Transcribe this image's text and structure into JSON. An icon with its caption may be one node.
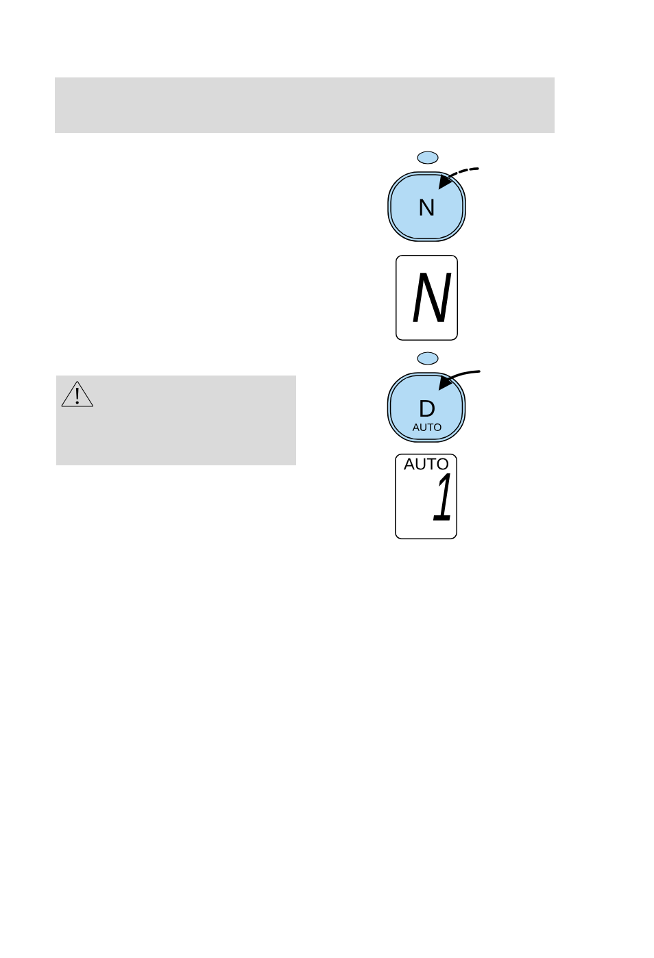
{
  "diagram": {
    "nodes": [
      {
        "text": [
          "N"
        ]
      },
      {
        "text": [
          "N"
        ]
      },
      {
        "text": [
          "D",
          "AUTO"
        ]
      },
      {
        "text": [
          "AUTO",
          "1"
        ]
      }
    ],
    "edges": [
      {
        "from": null,
        "to": 0,
        "arrow": "to",
        "style": "dashed"
      },
      {
        "from": null,
        "to": 2,
        "arrow": "to"
      }
    ]
  }
}
